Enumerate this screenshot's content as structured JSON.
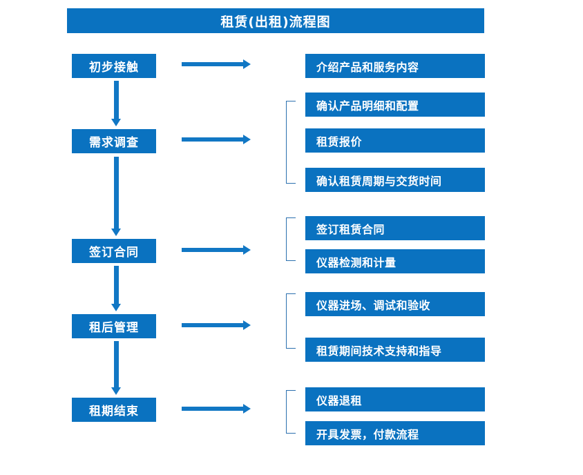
{
  "diagram": {
    "title": "租赁(出租)流程图",
    "accent_color": "#0a72c0",
    "arrow_color": "#1177c4",
    "bracket_color": "#2a6fae",
    "stages": [
      {
        "label": "初步接触"
      },
      {
        "label": "需求调查"
      },
      {
        "label": "签订合同"
      },
      {
        "label": "租后管理"
      },
      {
        "label": "租期结束"
      }
    ],
    "details": [
      {
        "label": "介绍产品和服务内容"
      },
      {
        "label": "确认产品明细和配置"
      },
      {
        "label": "租赁报价"
      },
      {
        "label": "确认租赁周期与交货时间"
      },
      {
        "label": "签订租赁合同"
      },
      {
        "label": "仪器检测和计量"
      },
      {
        "label": "仪器进场、调试和验收"
      },
      {
        "label": "租赁期间技术支持和指导"
      },
      {
        "label": "仪器退租"
      },
      {
        "label": "开具发票，付款流程"
      }
    ]
  }
}
